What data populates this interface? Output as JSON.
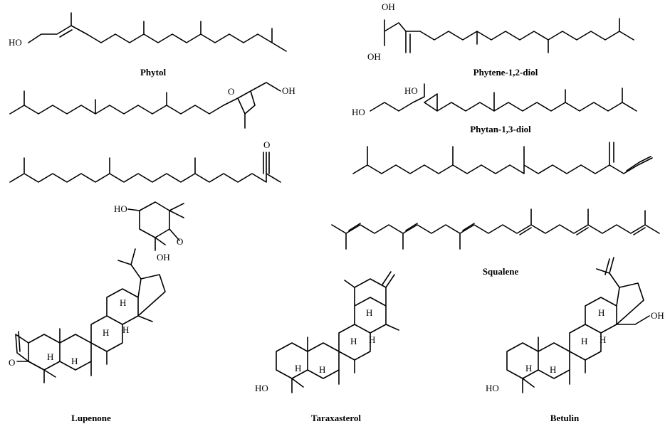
{
  "compounds": {
    "phytol": "Phytol",
    "phytene_diol": "Phytene-1,2-diol",
    "phytan_diol": "Phytan-1,3-diol",
    "squalene": "Squalene",
    "lupenone": "Lupenone",
    "taraxasterol": "Taraxasterol",
    "betulin": "Betulin",
    "phytol_epoxide": "",
    "hexahydrofarnesyl_acetone": "",
    "neophytadiene": "",
    "loliolide_like": ""
  },
  "atom_labels": {
    "hydroxyl": "HO",
    "hydroxyl_right": "OH",
    "oxygen": "O",
    "hydrogen": "H"
  }
}
